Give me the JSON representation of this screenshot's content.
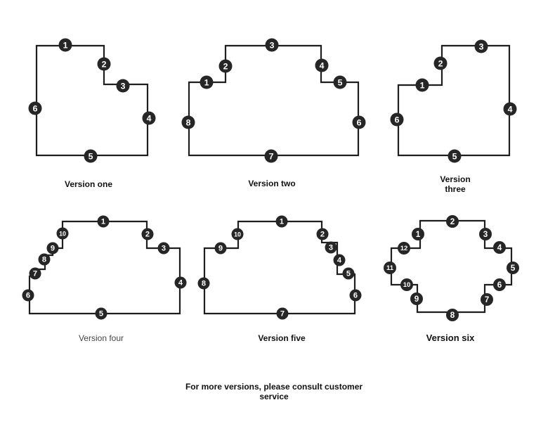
{
  "colors": {
    "line": "#1e1e1e",
    "badge_fill": "#262626",
    "badge_text": "#ffffff",
    "caption": "#111111",
    "caption_muted": "#444444"
  },
  "captions": {
    "v1": "Version one",
    "v2": "Version two",
    "v3": "Version three",
    "v4": "Version four",
    "v5": "Version five",
    "v6": "Version six"
  },
  "footer": {
    "line1": "For more versions, please consult customer",
    "line2": "service"
  },
  "shapes": [
    {
      "id": "v1",
      "numbers": [
        "1",
        "2",
        "3",
        "4",
        "5",
        "6"
      ]
    },
    {
      "id": "v2",
      "numbers": [
        "1",
        "2",
        "3",
        "4",
        "5",
        "6",
        "7",
        "8"
      ]
    },
    {
      "id": "v3",
      "numbers": [
        "1",
        "2",
        "3",
        "4",
        "5",
        "6"
      ]
    },
    {
      "id": "v4",
      "numbers": [
        "1",
        "2",
        "3",
        "4",
        "5",
        "6",
        "7",
        "8",
        "9",
        "10"
      ]
    },
    {
      "id": "v5",
      "numbers": [
        "1",
        "2",
        "3",
        "4",
        "5",
        "6",
        "7",
        "8",
        "9",
        "10"
      ]
    },
    {
      "id": "v6",
      "numbers": [
        "1",
        "2",
        "3",
        "4",
        "5",
        "6",
        "7",
        "8",
        "9",
        "10",
        "11",
        "12"
      ]
    }
  ]
}
